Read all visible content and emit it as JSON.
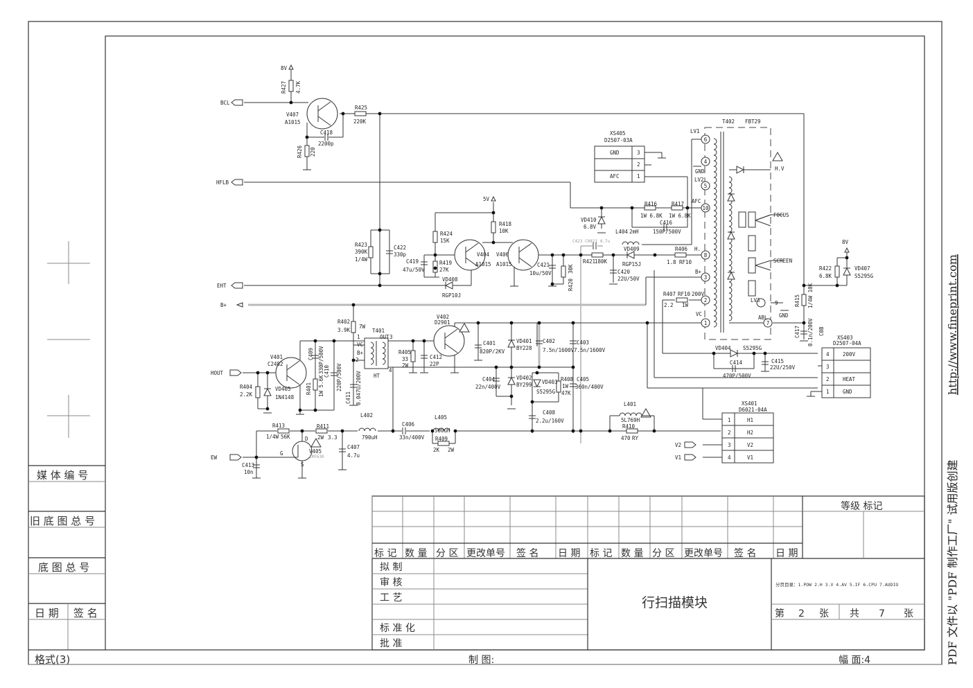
{
  "frame": {
    "format_label": "格式(3)",
    "drawn_by_label": "制 图:",
    "sheet_size_label": "幅 面:4"
  },
  "left_stamp": {
    "media_number": "媒 体 编 号",
    "old_base_number": "旧 底 图 总 号",
    "base_number": "底 图 总 号",
    "date": "日 期",
    "signature": "签 名"
  },
  "side_banner": {
    "text": "PDF 文件以 \"PDF 制作工厂\" 试用版创建",
    "url": "http://www.fineprint.com"
  },
  "title_block": {
    "revision_headers": [
      "标 记",
      "数 量",
      "分 区",
      "更改单号",
      "签    名",
      "日 期"
    ],
    "approval_rows": [
      "拟       制",
      "审       核",
      "工       艺",
      "",
      "标   准   化",
      "批       准"
    ],
    "title": "行扫描模块",
    "grade_mark": "等级   标记",
    "page_index": "分页目录：1.POW  2.H  3.V  4.AV  5.IF  6.CPU  7.AUDIO",
    "sheet_no_label": "第",
    "sheet_no": "2",
    "sheet_unit": "张",
    "total_label": "共",
    "total": "7",
    "total_unit": "张"
  },
  "ports": {
    "bcl": "BCL",
    "hflb": "HFLB",
    "eht": "EHT",
    "bplus": "B+",
    "hout": "HOUT",
    "ew": "EW",
    "v2": "V2",
    "v1": "V1"
  },
  "rails": {
    "v8a": "8V",
    "v5": "5V",
    "v8b": "8V"
  },
  "components": {
    "r427": {
      "ref": "R427",
      "val": "4.7K"
    },
    "v407": {
      "ref": "V407",
      "val": "A1015"
    },
    "r425": {
      "ref": "R425",
      "val": "220K"
    },
    "c418": {
      "ref": "C418",
      "val": "2200p"
    },
    "r426": {
      "ref": "R426",
      "val": "220"
    },
    "r423": {
      "ref": "R423",
      "val": "390K",
      "rating": "1/4W"
    },
    "c422": {
      "ref": "C422",
      "val": "330p"
    },
    "r424": {
      "ref": "R424",
      "val": "15K"
    },
    "r418": {
      "ref": "R418",
      "val": "10K"
    },
    "c419": {
      "ref": "C419",
      "val": "47u/50V"
    },
    "r419": {
      "ref": "R419",
      "val": "27K"
    },
    "v404": {
      "ref": "V404",
      "val": "A1015"
    },
    "v406": {
      "ref": "V406",
      "val": "A1015"
    },
    "vd408": {
      "ref": "VD408",
      "val": "RGP10J"
    },
    "c421": {
      "ref": "C421",
      "val": "10u/50V"
    },
    "r420": {
      "ref": "R420",
      "val": "30K"
    },
    "c423": {
      "ref": "C423",
      "val": "C0821 4.7u"
    },
    "r421": {
      "ref": "R421",
      "val": "180K"
    },
    "c420": {
      "ref": "C420",
      "val": "22U/50V"
    },
    "vd410": {
      "ref": "VD410",
      "val": "6.8V"
    },
    "l404": {
      "ref": "L404",
      "val": "2mH"
    },
    "vd409": {
      "ref": "VD409",
      "val": "RGP15J"
    },
    "r416": {
      "ref": "R416",
      "val": "1W 6.8K"
    },
    "r417": {
      "ref": "R417",
      "val": "1W 6.8K"
    },
    "c416": {
      "ref": "C416",
      "val": "150P/500V"
    },
    "r406": {
      "ref": "R406",
      "val": "1.8",
      "type": "RF10"
    },
    "r407": {
      "ref": "R407",
      "val": "2.2",
      "type": "RF10",
      "rating": "1W"
    },
    "xs405": {
      "ref": "XS405",
      "val": "D2507-03A",
      "pins": [
        {
          "n": "3",
          "name": "GND"
        },
        {
          "n": "2",
          "name": ""
        },
        {
          "n": "1",
          "name": "AFC"
        }
      ]
    },
    "t402": {
      "ref": "T402",
      "val": "FBT29"
    },
    "r422": {
      "ref": "R422",
      "val": "6.8K"
    },
    "vd407": {
      "ref": "VD407",
      "val": "S5295G"
    },
    "r415": {
      "ref": "R415",
      "val": "1/4W 10K"
    },
    "c417": {
      "ref": "C417",
      "val": "0.1n/200V",
      "note": "C0B"
    },
    "xs403": {
      "ref": "XS403",
      "val": "D2507-04A",
      "pins": [
        {
          "n": "4",
          "name": "200V"
        },
        {
          "n": "3",
          "name": ""
        },
        {
          "n": "2",
          "name": "HEAT"
        },
        {
          "n": "1",
          "name": "GND"
        }
      ]
    },
    "vd404": {
      "ref": "VD404",
      "val": "S5295G"
    },
    "c414": {
      "ref": "C414",
      "val": "470P/500V"
    },
    "c415": {
      "ref": "C415",
      "val": "22U/250V"
    },
    "r402": {
      "ref": "R402",
      "val": "3.9K",
      "rating": "7W"
    },
    "t401": {
      "ref": "T401",
      "val": "HT",
      "out": "OUT",
      "vc": "VC",
      "bplus": "B+"
    },
    "r405": {
      "ref": "R405",
      "val": "33",
      "rating": "2W"
    },
    "c412": {
      "ref": "C412",
      "val": "22P"
    },
    "v402": {
      "ref": "V402",
      "val": "D2901"
    },
    "v401": {
      "ref": "V401",
      "val": "C2482"
    },
    "r404": {
      "ref": "R404",
      "val": "2.2K"
    },
    "vd405": {
      "ref": "VD405",
      "val": "1N4148"
    },
    "c409": {
      "ref": "C409",
      "val": "330P/500V"
    },
    "r401": {
      "ref": "R401",
      "val": "1W 5.6K"
    },
    "c410": {
      "ref": "C410",
      "val": "220P/500V"
    },
    "c411": {
      "ref": "C411",
      "val": "0.047U/200V"
    },
    "c401": {
      "ref": "C401",
      "val": "820P/2KV"
    },
    "vd401": {
      "ref": "VD401",
      "val": "BY228"
    },
    "c402": {
      "ref": "C402",
      "val": "7.5n/1600V"
    },
    "c403": {
      "ref": "C403",
      "val": "7.5n/1600V"
    },
    "c404": {
      "ref": "C404",
      "val": "22n/400V"
    },
    "vd402": {
      "ref": "VD402",
      "val": "BY299"
    },
    "vd403": {
      "ref": "VD403",
      "val": "S5295G"
    },
    "r408": {
      "ref": "R408",
      "val": "47K",
      "rating": "1W"
    },
    "c405": {
      "ref": "C405",
      "val": "360n/400V"
    },
    "c408": {
      "ref": "C408",
      "val": "2.2u/160V"
    },
    "r413": {
      "ref": "R413",
      "val": "56K",
      "rating": "1/4W"
    },
    "r411": {
      "ref": "R411",
      "val": "3.3",
      "rating": "2W"
    },
    "v405": {
      "ref": "V405",
      "val": "IRF630"
    },
    "c413": {
      "ref": "C413",
      "val": "10n"
    },
    "c407": {
      "ref": "C407",
      "val": "4.7u"
    },
    "l402": {
      "ref": "L402",
      "val": "790uH"
    },
    "c406": {
      "ref": "C406",
      "val": "33n/400V"
    },
    "l405": {
      "ref": "L405",
      "val": "500uH"
    },
    "r409": {
      "ref": "R409",
      "val": "2K",
      "rating": "2W"
    },
    "l401": {
      "ref": "L401",
      "val": "5L769H"
    },
    "r410": {
      "ref": "R410",
      "val": "470",
      "type": "RY"
    },
    "xs401": {
      "ref": "XS401",
      "val": "D6021-04A",
      "pins": [
        {
          "n": "1",
          "name": "H1"
        },
        {
          "n": "2",
          "name": "H2"
        },
        {
          "n": "3",
          "name": "V2"
        },
        {
          "n": "4",
          "name": "V1"
        }
      ]
    }
  },
  "fbt": {
    "pins": {
      "lv1": "LV1",
      "gnd": "GND",
      "lv2": "LV2",
      "afc": "AFC",
      "h": "H.",
      "bplus": "B+",
      "v200": "200V",
      "vc": "VC",
      "lv3": "LV3",
      "abl": "ABL"
    },
    "pin_numbers": {
      "p6": "6",
      "p4": "4",
      "p5": "5",
      "p10": "10",
      "p8": "8",
      "p3": "3",
      "p2": "2",
      "p1": "1",
      "p9": "9",
      "p7": "7"
    },
    "hv": "H.V",
    "focus": "FOCUS",
    "screen": "SCREEN",
    "gnd2": "GND"
  },
  "misc": {
    "gnd": "GND",
    "d_pin": "D",
    "g_pin": "G",
    "s_pin": "S",
    "pin1": "1",
    "pin2": "2",
    "pin3": "3",
    "pin4": "4"
  }
}
